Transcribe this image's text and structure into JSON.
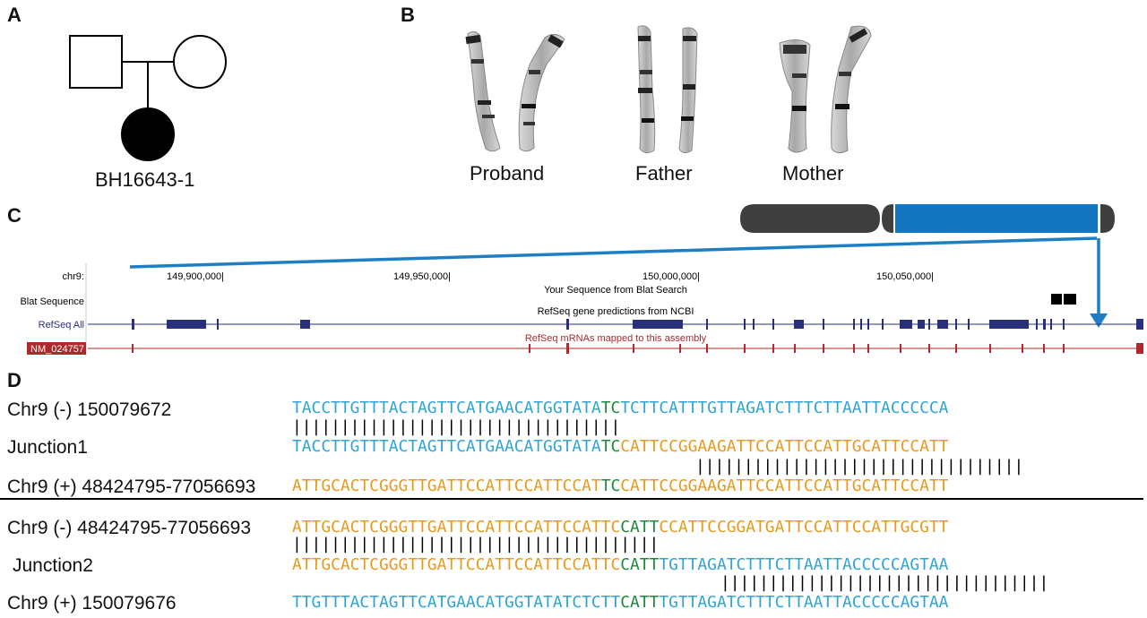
{
  "panels": {
    "a": "A",
    "b": "B",
    "c": "C",
    "d": "D"
  },
  "pedigree": {
    "proband_id": "BH16643-1"
  },
  "karyotype": {
    "labels": [
      "Proband",
      "Father",
      "Mother"
    ]
  },
  "browser": {
    "chrom": "chr9:",
    "positions": [
      "149,900,000|",
      "149,950,000|",
      "150,000,000|",
      "150,050,000|"
    ],
    "blat_track": "Blat Sequence",
    "blat_title": "Your Sequence from Blat Search",
    "refseq_title": "RefSeq gene predictions from NCBI",
    "refseq_label": "RefSeq All",
    "mrna_label": "NM_024757",
    "mrna_title": "RefSeq mRNAs mapped to this assembly"
  },
  "colors": {
    "segment_cyan": "#2fa4d6",
    "segment_orange": "#e89a1c",
    "overlap_green": "#1d8a3a",
    "ideogram_blue": "#1476c0",
    "ideogram_dark": "#3f3f3f",
    "gene_navy": "#2a2f7a",
    "mrna_red": "#b0282b"
  },
  "junctions": {
    "rows": [
      {
        "label": "Chr9 (-) 150079672",
        "seg1": "TACCTTGTTTACTAGTTCATGAACATGGTATA",
        "mid": "TC",
        "seg2": "TCTTCATTTGTTAGATCTTTCTTAATTACCCCCA",
        "c1": "cyan",
        "c2": "cyan"
      },
      {
        "label": "Junction1",
        "seg1": "TACCTTGTTTACTAGTTCATGAACATGGTATA",
        "mid": "TC",
        "seg2": "CATTCCGGAAGATTCCATTCCATTGCATTCCATT",
        "c1": "cyan",
        "c2": "orange"
      },
      {
        "label": "Chr9 (+) 48424795-77056693",
        "seg1": "ATTGCACTCGGGTTGATTCCATTCCATTCCAT",
        "mid": "TC",
        "seg2": "CATTCCGGAAGATTCCATTCCATTGCATTCCATT",
        "c1": "orange",
        "c2": "orange"
      },
      {
        "label": "Chr9 (-) 48424795-77056693",
        "seg1": "ATTGCACTCGGGTTGATTCCATTCCATTCCATTC",
        "mid": "CATT",
        "seg2": "CCATTCCGGATGATTCCATTCCATTGCGTT",
        "c1": "orange",
        "c2": "orange"
      },
      {
        "label": "Junction2",
        "seg1": "ATTGCACTCGGGTTGATTCCATTCCATTCCATTC",
        "mid": "CATT",
        "seg2": "TGTTAGATCTTTCTTAATTACCCCCAGTAA",
        "c1": "orange",
        "c2": "cyan"
      },
      {
        "label": "Chr9 (+) 150079676",
        "seg1": "TTGTTTACTAGTTCATGAACATGGTATATCTCTT",
        "mid": "CATT",
        "seg2": "TGTTAGATCTTTCTTAATTACCCCCAGTAA",
        "c1": "cyan",
        "c2": "cyan"
      }
    ],
    "bars": [
      "||||||||||||||||||||||||||||||||||",
      "||||||||||||||||||||||||||||||||||",
      "||||||||||||||||||||||||||||||||||||||",
      "||||||||||||||||||||||||||||||||||"
    ]
  }
}
